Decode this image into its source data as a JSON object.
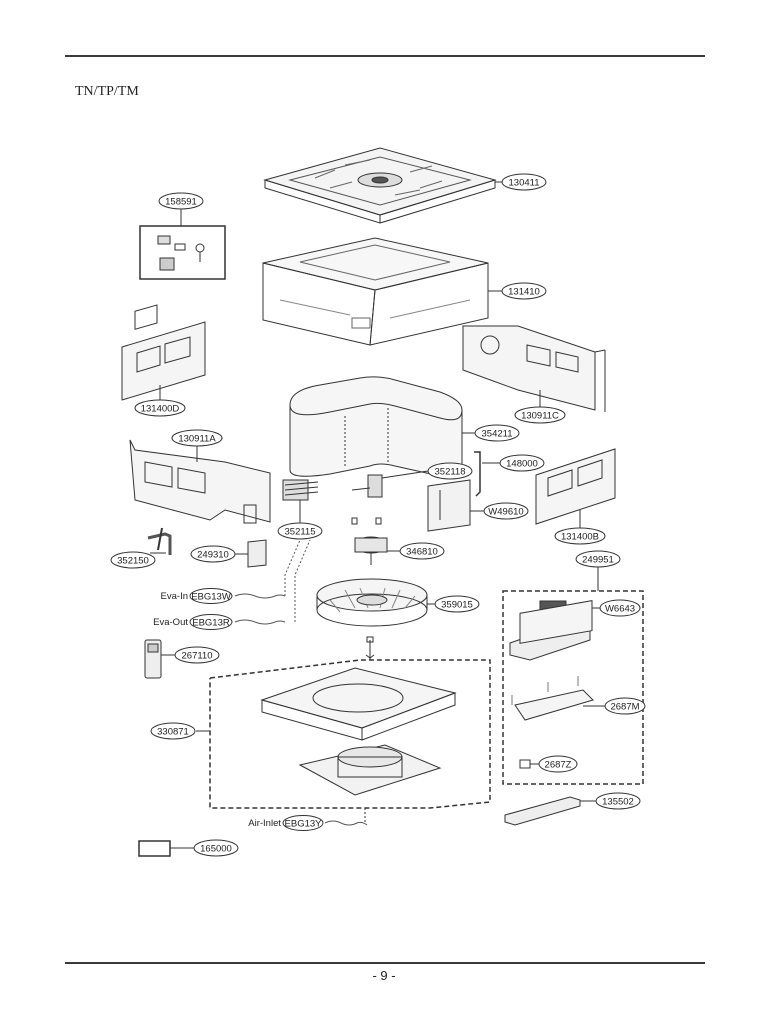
{
  "header": {
    "model": "TN/TP/TM"
  },
  "footer": {
    "page_number": "- 9 -"
  },
  "parts": {
    "p130411": "130411",
    "p158591": "158591",
    "p131410": "131410",
    "p131400D": "131400D",
    "p130911C": "130911C",
    "p354211": "354211",
    "p130911A": "130911A",
    "p352118": "352118",
    "p148000": "148000",
    "pW49610": "W49610",
    "p131400B": "131400B",
    "p352115": "352115",
    "p352150": "352150",
    "p249310": "249310",
    "p346810": "346810",
    "p249951": "249951",
    "p359015": "359015",
    "pW6643": "W6643",
    "p267110": "267110",
    "p2687M": "2687M",
    "p330871": "330871",
    "p2687Z": "2687Z",
    "p135502": "135502",
    "p165000": "165000"
  },
  "wires": {
    "eva_in": {
      "name": "Eva-In",
      "code": "EBG13W"
    },
    "eva_out": {
      "name": "Eva-Out",
      "code": "EBG13R"
    },
    "air_inlet": {
      "name": "Air-Inlet",
      "code": "EBG13Y"
    }
  }
}
